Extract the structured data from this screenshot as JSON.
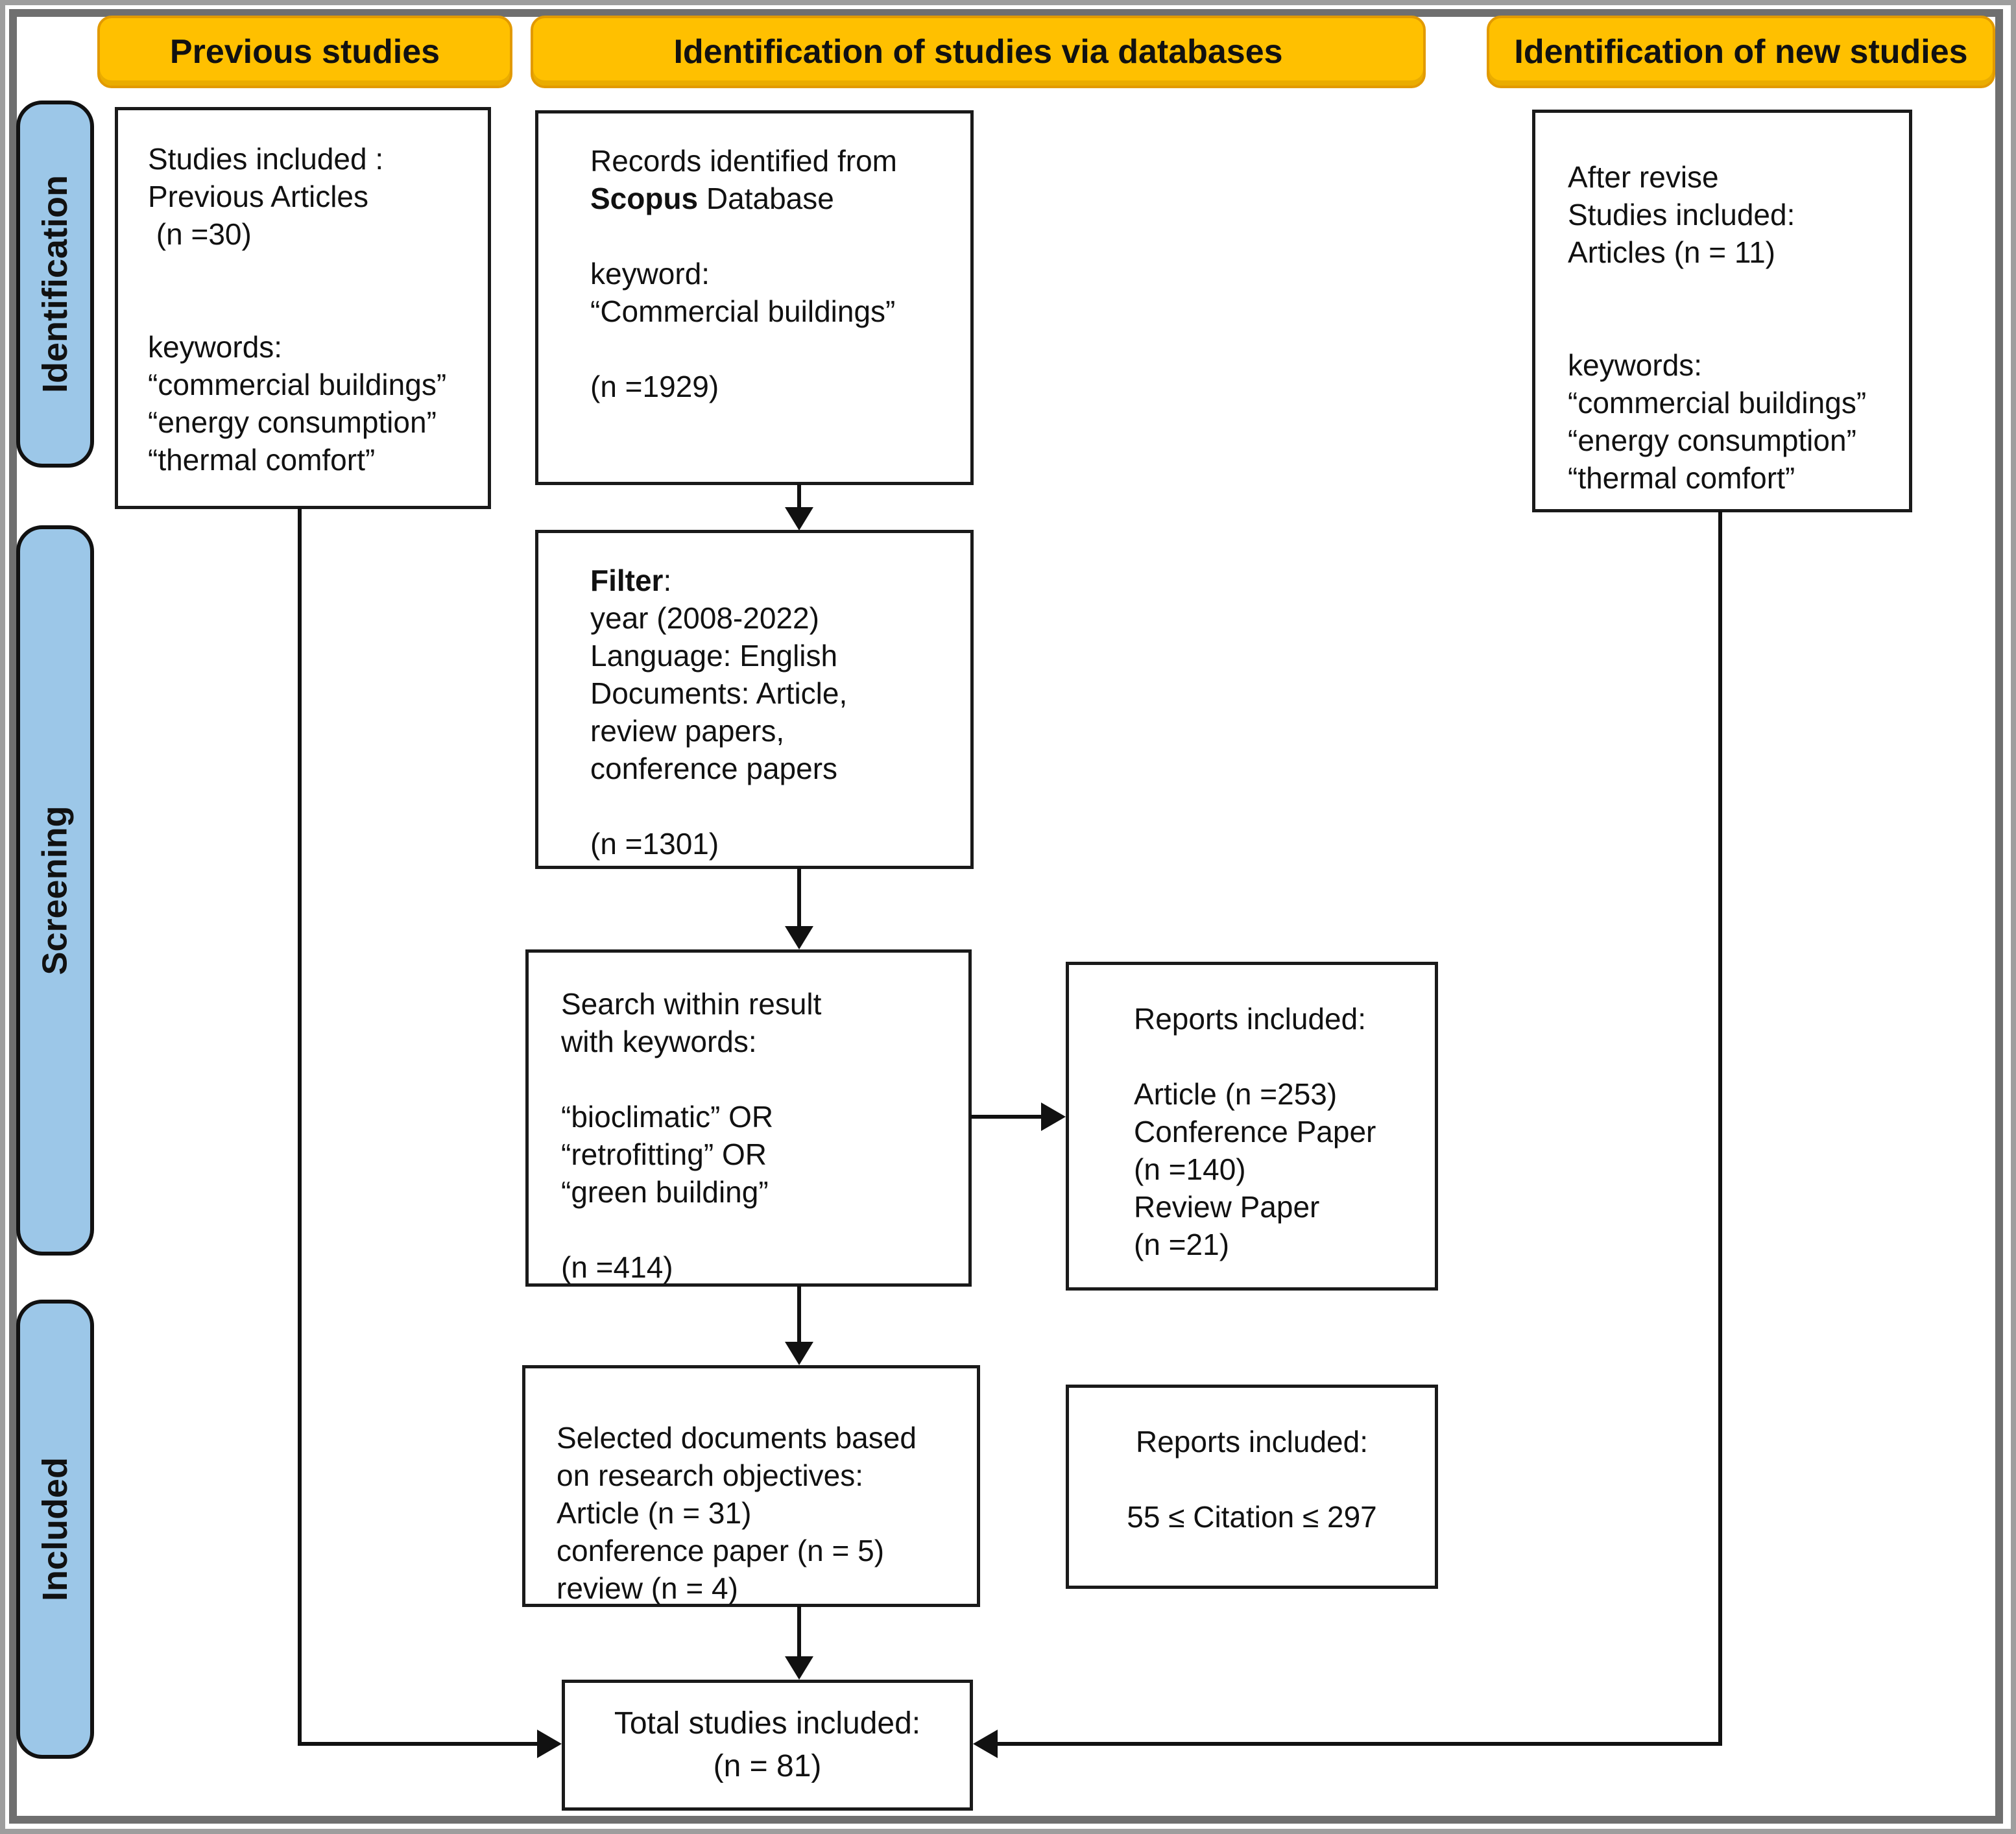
{
  "headers": {
    "previous": "Previous studies",
    "databases": "Identification of studies via databases",
    "new_studies": "Identification of new studies"
  },
  "stages": {
    "identification": "Identification",
    "screening": "Screening",
    "included": "Included"
  },
  "boxes": {
    "previous_included": {
      "lines": [
        "Studies included :",
        "Previous Articles",
        " (n =30)",
        "",
        "",
        "keywords:",
        "“commercial buildings”",
        "“energy consumption”",
        "“thermal comfort”"
      ]
    },
    "records_identified": {
      "lines": [
        "Records identified from",
        "**Scopus** Database",
        "",
        "keyword:",
        "“Commercial buildings”",
        "",
        "(n =1929)"
      ]
    },
    "filter": {
      "lines": [
        "**Filter**:",
        "year (2008-2022)",
        "Language: English",
        "Documents: Article,",
        "review papers,",
        "conference papers",
        "",
        "(n =1301)"
      ]
    },
    "search_within": {
      "lines": [
        "Search within result",
        "with keywords:",
        "",
        "“bioclimatic” OR",
        "“retrofitting” OR",
        "“green building”",
        "",
        "(n =414)"
      ]
    },
    "reports_included_types": {
      "lines": [
        "Reports included:",
        "",
        "Article (n =253)",
        "Conference Paper",
        "(n =140)",
        "Review Paper",
        "(n =21)"
      ]
    },
    "selected_documents": {
      "lines": [
        "Selected documents based",
        "on research objectives:",
        "Article (n = 31)",
        "conference paper (n = 5)",
        "review (n = 4)"
      ]
    },
    "reports_included_citation": {
      "lines": [
        "Reports included:",
        "",
        "55 ≤ Citation ≤ 297"
      ]
    },
    "total_included": {
      "lines": [
        "Total studies included:",
        "(n = 81)"
      ]
    },
    "after_revise": {
      "lines": [
        "After revise",
        "Studies included:",
        "Articles (n = 11)",
        "",
        "",
        "keywords:",
        "“commercial buildings”",
        "“energy consumption”",
        "“thermal comfort”"
      ]
    }
  },
  "colors": {
    "header_fill": "#FFC000",
    "header_border": "#E29A00",
    "stage_fill": "#9CC7E8",
    "frame_color": "#6F6F6F",
    "line_color": "#111111"
  }
}
